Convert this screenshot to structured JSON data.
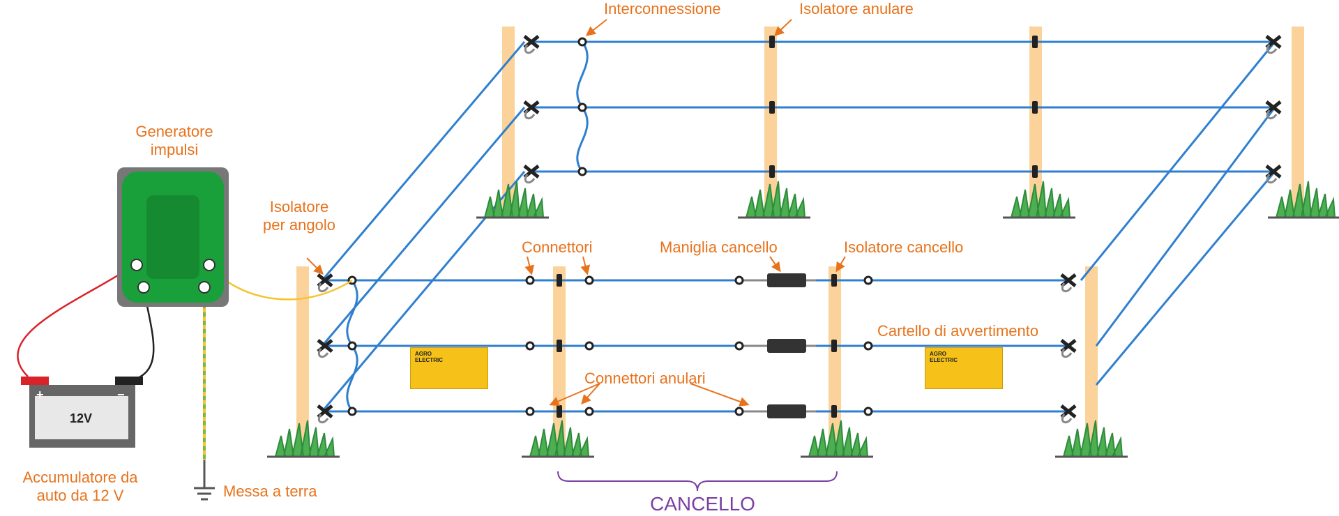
{
  "labels": {
    "interconnessione": "Interconnessione",
    "isolatore_anulare": "Isolatore anulare",
    "generatore": "Generatore\nimpulsi",
    "isolatore_angolo": "Isolatore\nper angolo",
    "connettori": "Connettori",
    "maniglia_cancello": "Maniglia cancello",
    "isolatore_cancello": "Isolatore cancello",
    "cartello": "Cartello di avvertimento",
    "connettori_anulari": "Connettori anulari",
    "accumulatore": "Accumulatore da\nauto da 12 V",
    "messa_a_terra": "Messa a terra",
    "cancello": "CANCELLO"
  },
  "battery": {
    "voltage": "12V",
    "plus": "+",
    "minus": "−"
  },
  "sign": {
    "brand": "AGRO\nELECTRIC"
  },
  "colors": {
    "annotation": "#e8721c",
    "gate": "#7b3fa0",
    "wire": "#2f7fd0",
    "post": "#fbd39a",
    "generator": "#1aa03a",
    "red_lead": "#d8232a",
    "yellow_lead": "#f5c430",
    "ground": "#7ab648"
  },
  "icons": [
    "generator-icon",
    "battery-icon",
    "ground-icon",
    "warning-sign-icon",
    "grass-icon",
    "insulator-icon",
    "gate-handle-icon"
  ]
}
